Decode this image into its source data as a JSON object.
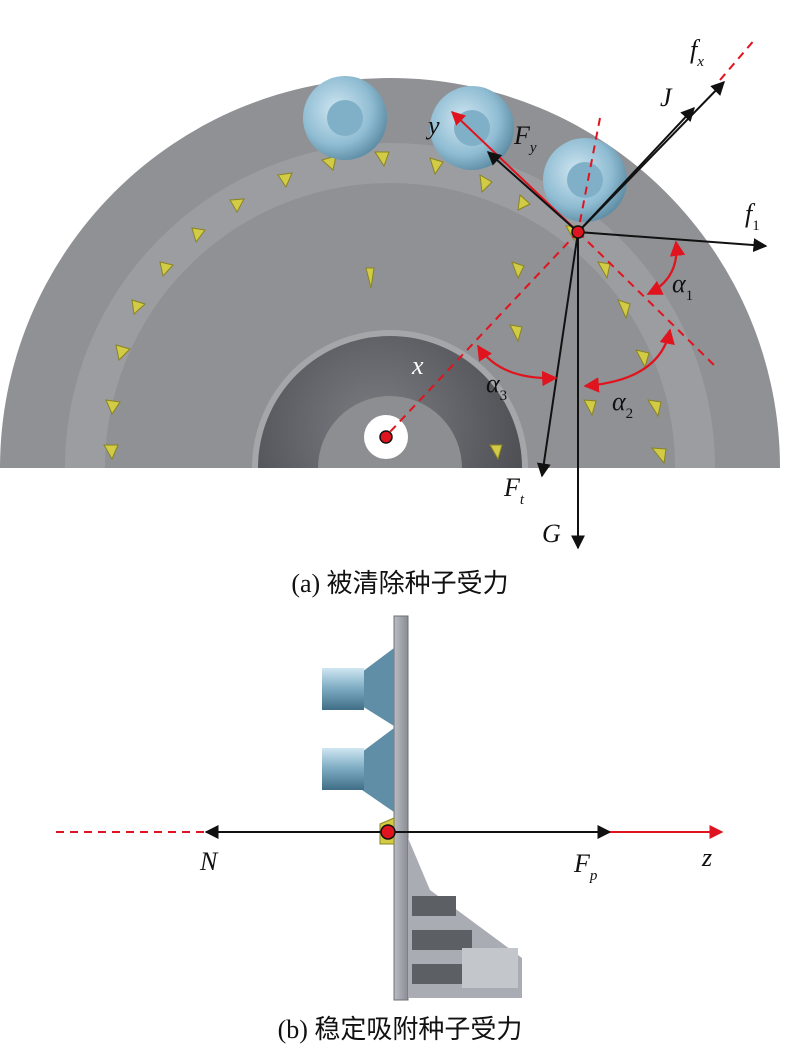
{
  "figure_a": {
    "caption": "(a) 被清除种子受力",
    "labels": {
      "fx": "f",
      "fx_sub": "x",
      "J": "J",
      "f1": "f",
      "f1_sub": "1",
      "Fy": "F",
      "Fy_sub": "y",
      "y": "y",
      "x": "x",
      "alpha1": "α",
      "alpha1_sub": "1",
      "alpha2": "α",
      "alpha2_sub": "2",
      "alpha3": "α",
      "alpha3_sub": "3",
      "Ft": "F",
      "Ft_sub": "t",
      "G": "G"
    }
  },
  "figure_b": {
    "caption": "(b) 稳定吸附种子受力",
    "labels": {
      "N": "N",
      "Fp": "F",
      "Fp_sub": "p",
      "z": "z"
    }
  },
  "colors": {
    "disk": "#8f9194",
    "hub": "#5f6064",
    "roller": "#9fc8dc",
    "cell": "#d2cb46",
    "force_arrow": "#111111",
    "axis_red": "#e0141e"
  }
}
